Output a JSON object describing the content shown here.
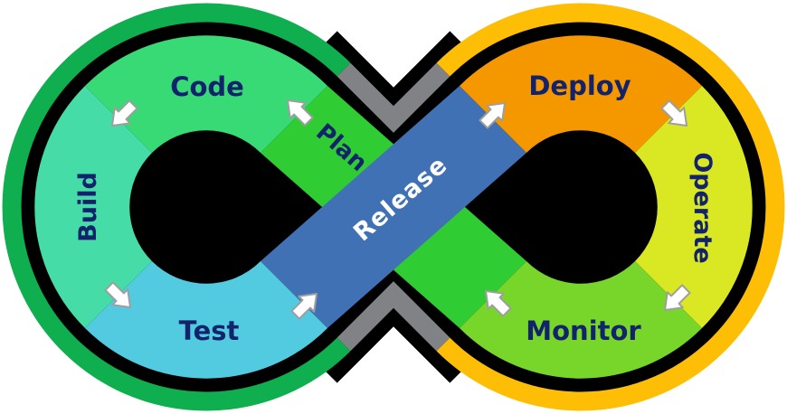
{
  "diagram": {
    "type": "devops-infinity-loop",
    "labels": {
      "plan": "Plan",
      "code": "Code",
      "build": "Build",
      "test": "Test",
      "release": "Release",
      "deploy": "Deploy",
      "operate": "Operate",
      "monitor": "Monitor"
    },
    "flow_order": [
      "Plan",
      "Code",
      "Build",
      "Test",
      "Release",
      "Deploy",
      "Operate",
      "Monitor"
    ],
    "arrows": [
      {
        "from": "Plan",
        "to": "Code",
        "direction": "up-left"
      },
      {
        "from": "Code",
        "to": "Build",
        "direction": "down-left"
      },
      {
        "from": "Build",
        "to": "Test",
        "direction": "down-right"
      },
      {
        "from": "Test",
        "to": "Release",
        "direction": "up-right"
      },
      {
        "from": "Release",
        "to": "Deploy",
        "direction": "up-right"
      },
      {
        "from": "Deploy",
        "to": "Operate",
        "direction": "down-right"
      },
      {
        "from": "Operate",
        "to": "Monitor",
        "direction": "down-left"
      },
      {
        "from": "Monitor",
        "to": "Plan",
        "direction": "up-left"
      }
    ],
    "colors": {
      "background": "#ffffff",
      "backing": "#000000",
      "left_ring": "#0FAE4F",
      "right_ring": "#FFBE06",
      "crossover": "#818285",
      "plan": "#30CC33",
      "code": "#38DA75",
      "build": "#46DCA7",
      "test": "#52CADF",
      "release": "#4171B5",
      "deploy": "#F59800",
      "operate": "#D9E822",
      "monitor": "#78D62B",
      "label_text": "#12236B",
      "release_text": "#FFFFFF",
      "arrow_fill": "#FFFFFF",
      "arrow_outline": "#9E9E9E"
    }
  }
}
